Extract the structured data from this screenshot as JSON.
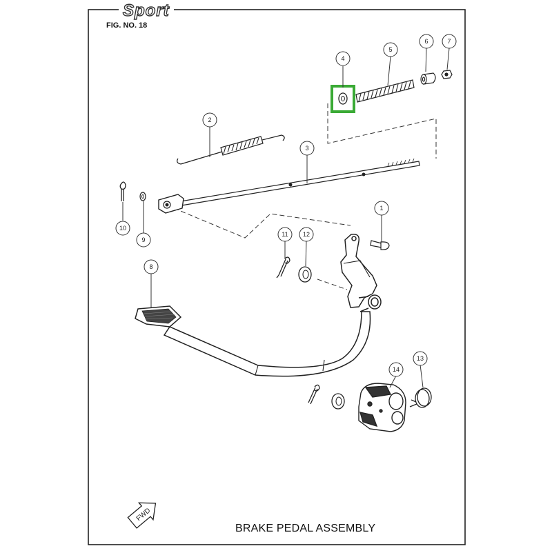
{
  "brand_logo": "Sport",
  "figure_label": "FIG. NO. 18",
  "title": "BRAKE PEDAL ASSEMBLY",
  "direction_arrow_label": "FWD",
  "highlight_color": "#3aaa35",
  "highlighted_part": "4",
  "callouts": [
    "1",
    "2",
    "3",
    "4",
    "5",
    "6",
    "7",
    "8",
    "9",
    "10",
    "11",
    "12",
    "13",
    "14"
  ]
}
